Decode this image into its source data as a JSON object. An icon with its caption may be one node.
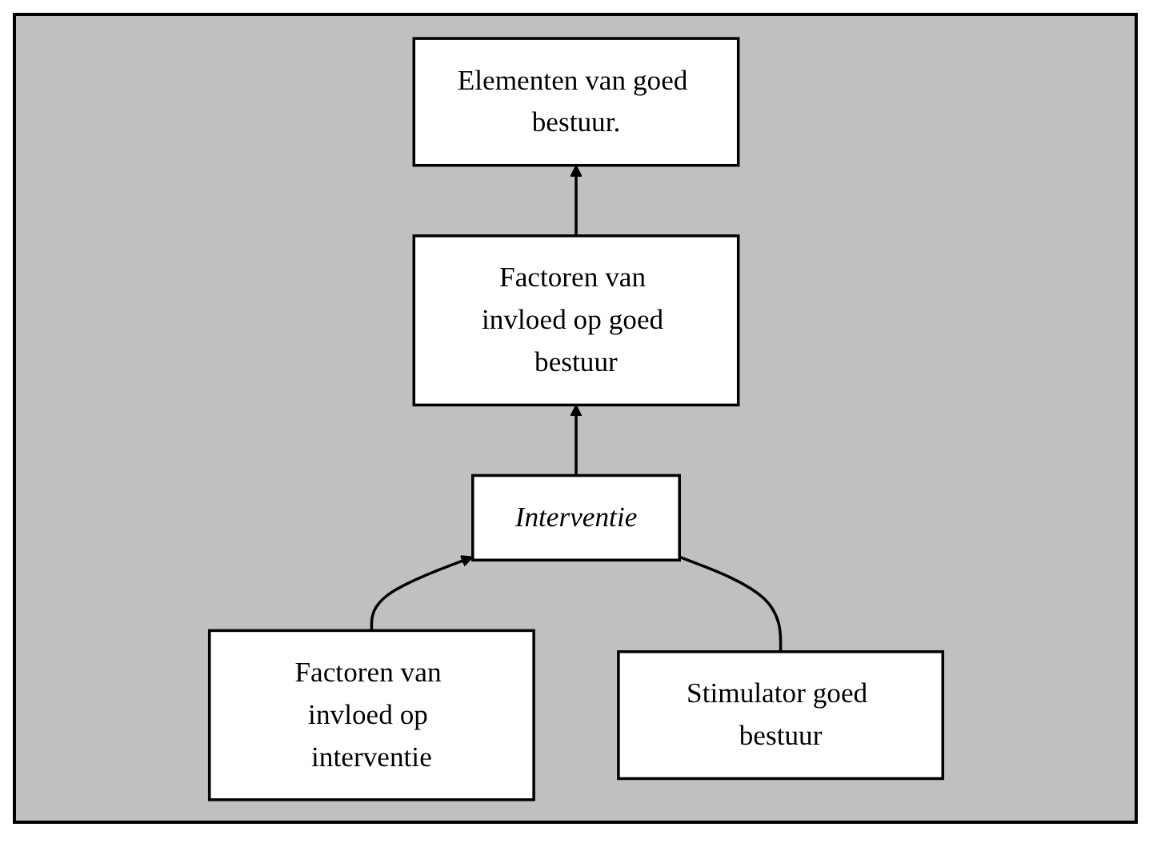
{
  "diagram": {
    "nodes": [
      {
        "text": [
          "Factoren van invloed op goed bestuur"
        ]
      },
      {
        "text": [
          "Elementen van goed bestuur."
        ]
      },
      {
        "text": [
          "Interventie"
        ]
      },
      {
        "text": [
          "Factoren van invloed op interventie"
        ]
      },
      {
        "text": [
          "Stimulator goed bestuur"
        ]
      }
    ],
    "edges": [
      {
        "from": 0,
        "to": 1,
        "arrow": "to"
      },
      {
        "from": 2,
        "to": 0,
        "arrow": "to"
      },
      {
        "from": 3,
        "to": 2,
        "arrow": "to"
      },
      {
        "from": 4,
        "to": 2,
        "arrow": "none"
      }
    ]
  }
}
